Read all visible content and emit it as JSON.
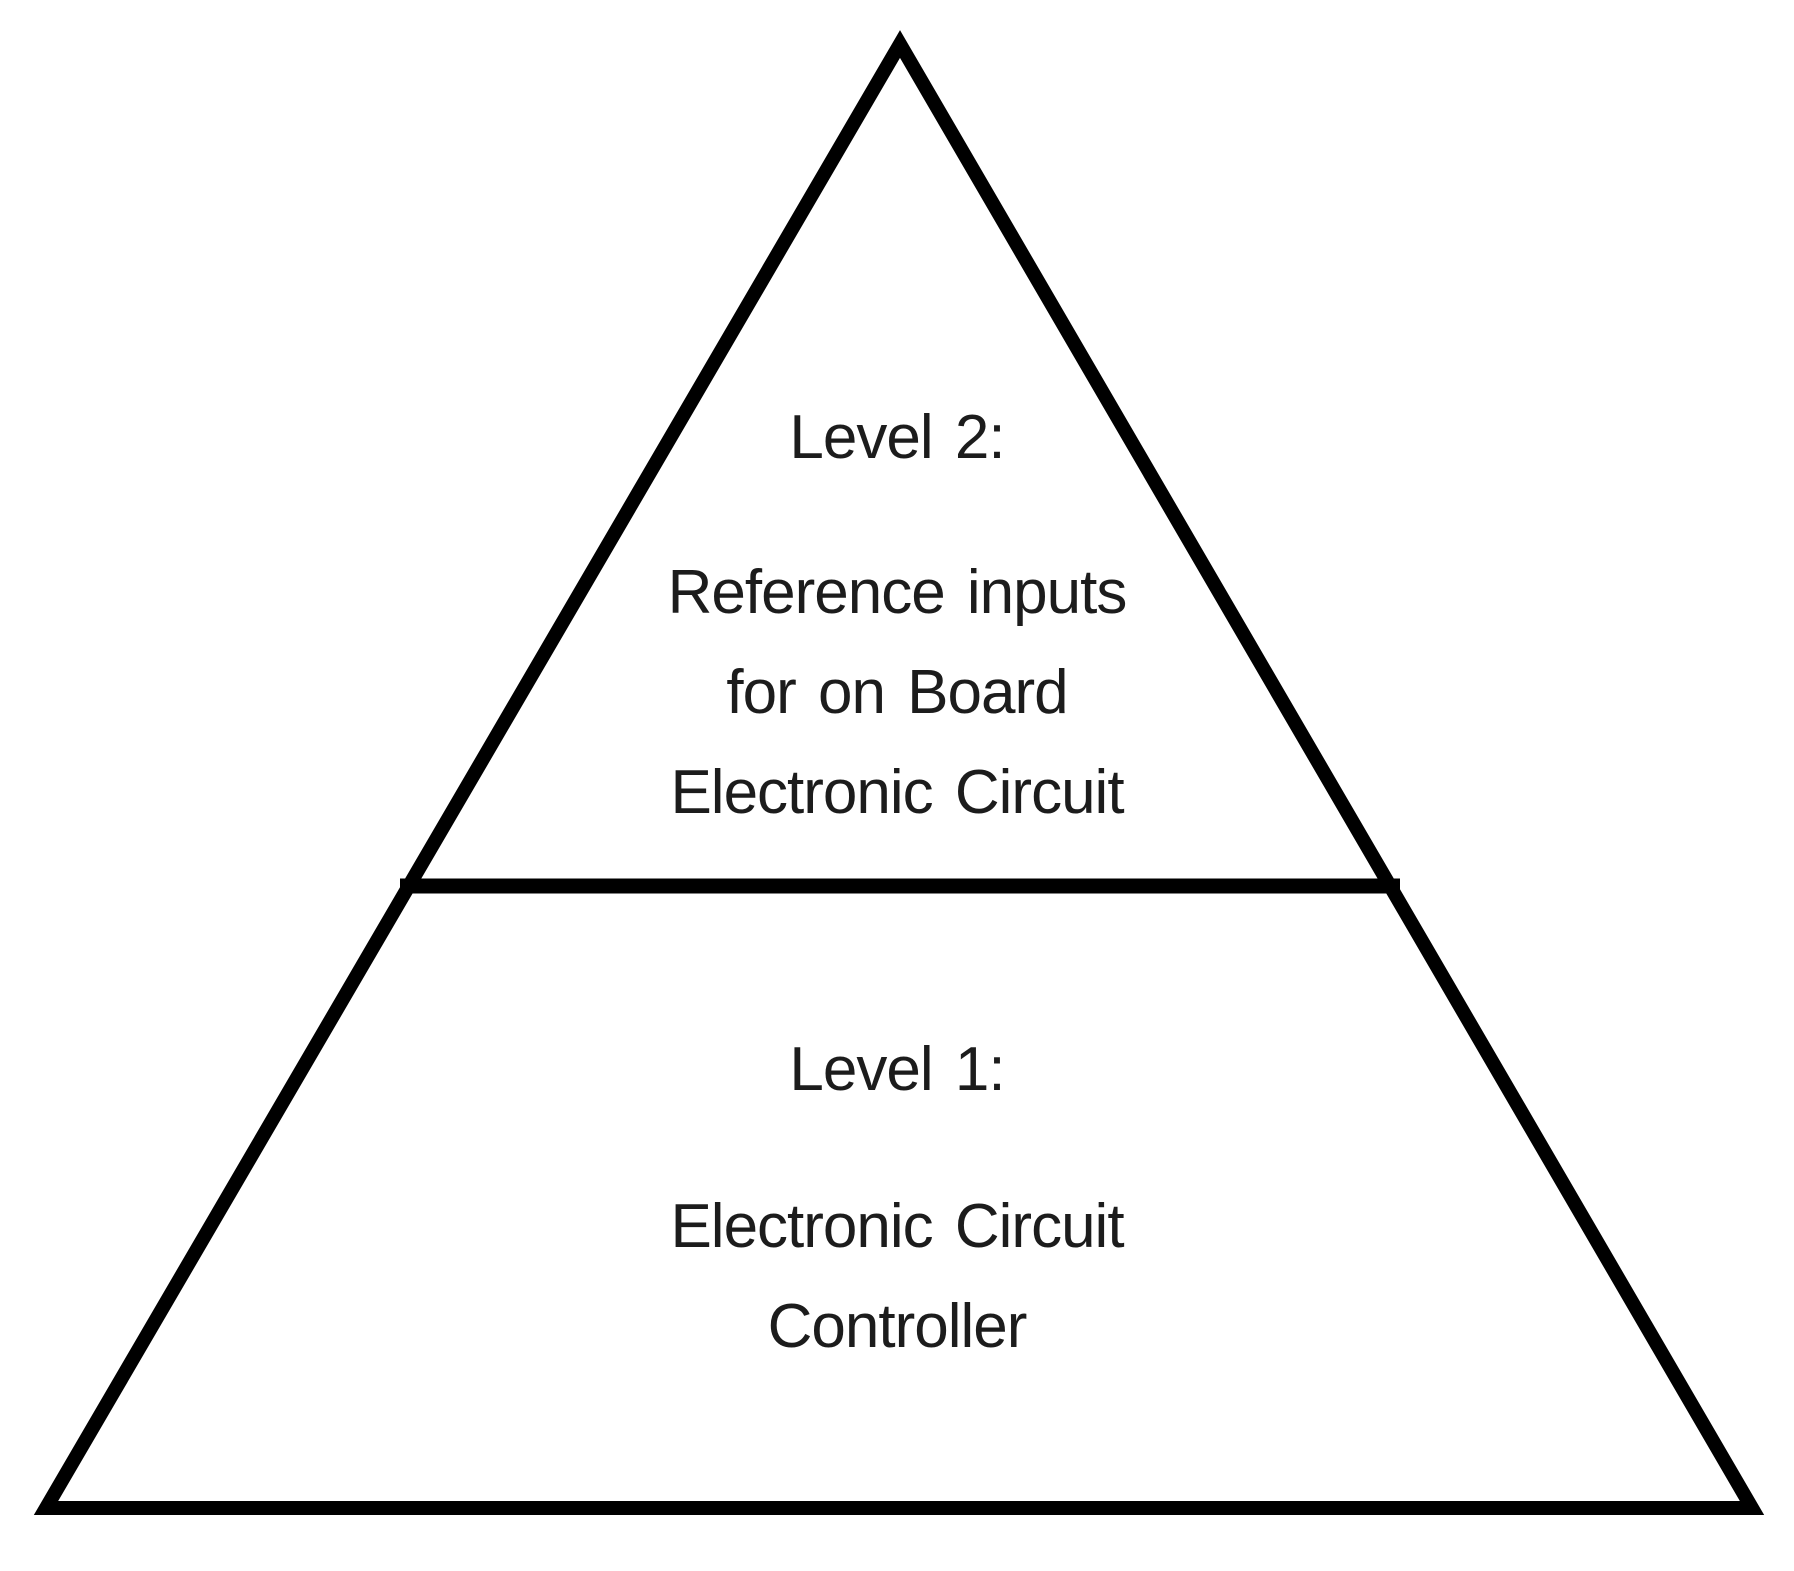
{
  "pyramid": {
    "colors": {
      "background": "#ffffff",
      "line": "#000000",
      "text": "#1c1c1c"
    },
    "levels": [
      {
        "id": "level-2",
        "heading": "Level 2:",
        "lines": [
          "Reference inputs",
          "for on Board",
          "Electronic Circuit"
        ]
      },
      {
        "id": "level-1",
        "heading": "Level 1:",
        "lines": [
          "Electronic Circuit",
          "Controller"
        ]
      }
    ]
  }
}
